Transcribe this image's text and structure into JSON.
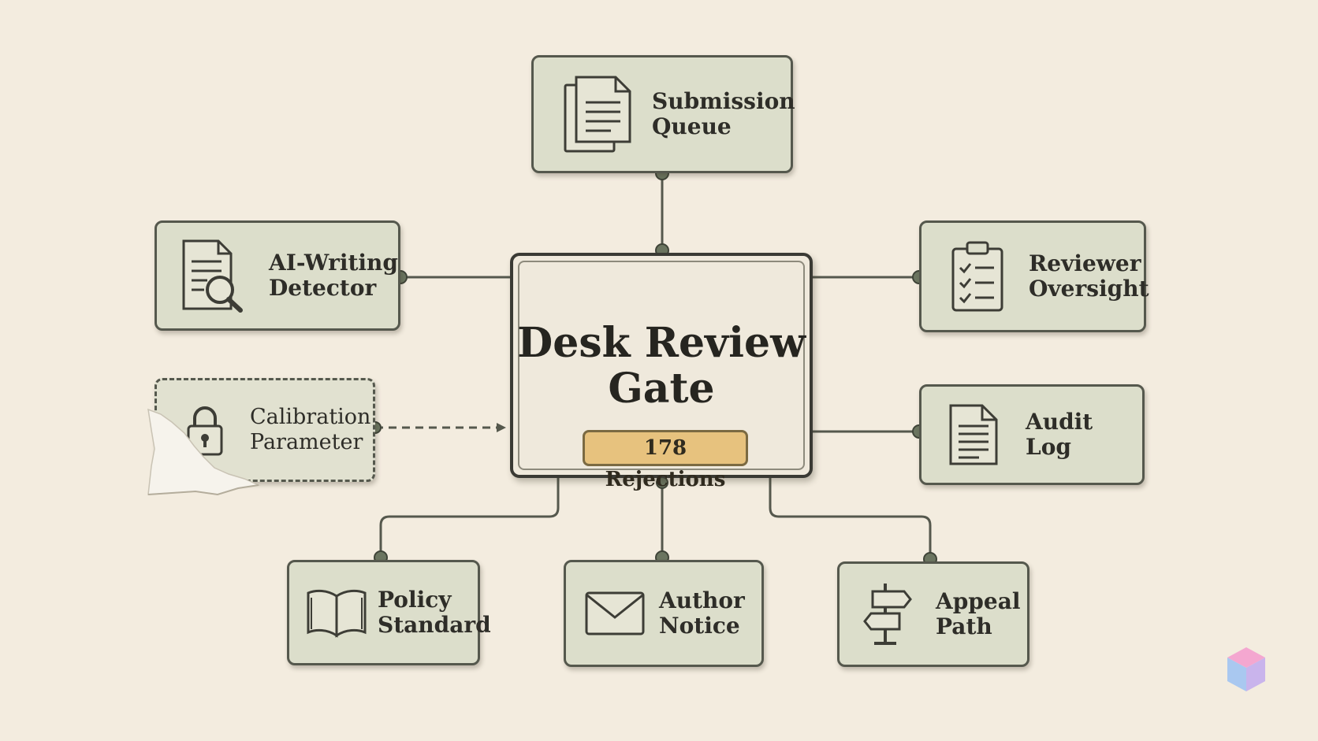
{
  "center": {
    "title_line1": "Desk Review",
    "title_line2": "Gate",
    "badge": "178 Rejections"
  },
  "nodes": {
    "submission_queue": {
      "line1": "Submission",
      "line2": "Queue",
      "icon": "documents-icon"
    },
    "ai_writing_detector": {
      "line1": "AI-Writing",
      "line2": "Detector",
      "icon": "document-search-icon"
    },
    "calibration_parameter": {
      "line1": "Calibration",
      "line2": "Parameter",
      "icon": "lock-icon",
      "style": "dashed"
    },
    "reviewer_oversight": {
      "line1": "Reviewer",
      "line2": "Oversight",
      "icon": "clipboard-checklist-icon"
    },
    "audit_log": {
      "line1": "Audit Log",
      "line2": "",
      "icon": "document-icon"
    },
    "policy_standard": {
      "line1": "Policy",
      "line2": "Standard",
      "icon": "open-book-icon"
    },
    "author_notice": {
      "line1": "Author",
      "line2": "Notice",
      "icon": "envelope-icon"
    },
    "appeal_path": {
      "line1": "Appeal",
      "line2": "Path",
      "icon": "signpost-icon"
    }
  },
  "colors": {
    "background": "#f3ecdf",
    "node_fill": "#dcdecb",
    "node_border": "#55584d",
    "connector": "#55584d",
    "connector_dot": "#6b7560",
    "badge_fill": "#e7c27e"
  }
}
